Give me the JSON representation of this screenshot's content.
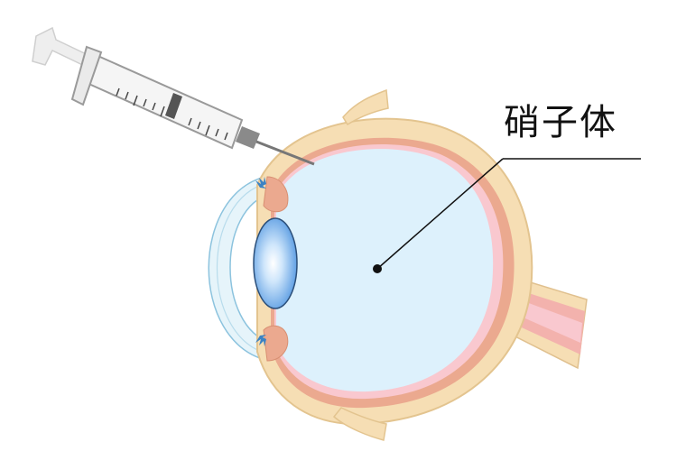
{
  "labels": {
    "vitreous": "硝子体"
  },
  "colors": {
    "sclera": "#f6deb4",
    "sclera_edge": "#e6c48e",
    "choroid": "#eba98f",
    "retina": "#f9c4cc",
    "vitreous": "#ddf1fc",
    "cornea": "#e9f6fb",
    "lens": "#6fb0ea",
    "syringe_body": "#f3f3f3",
    "leader_line": "#111111"
  },
  "icons": [
    "syringe",
    "eyeball-cross-section",
    "lens",
    "optic-nerve",
    "leader-line",
    "pointer-dot"
  ]
}
